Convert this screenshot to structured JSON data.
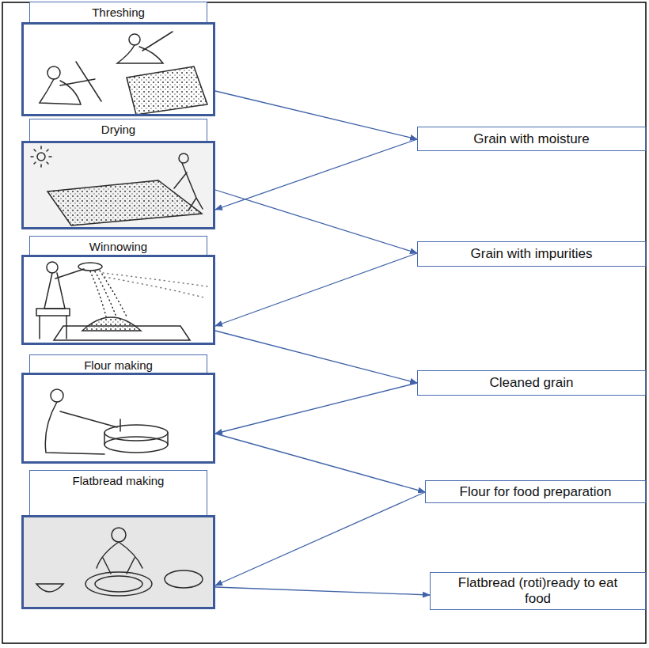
{
  "diagram": {
    "nodes": [
      {
        "text": [
          "Threshing"
        ]
      },
      {
        "text": [
          "Grain with moisture"
        ]
      },
      {
        "text": [
          "Drying"
        ]
      },
      {
        "text": [
          "Grain with impurities"
        ]
      },
      {
        "text": [
          "Winnowing"
        ]
      },
      {
        "text": [
          "Cleaned grain"
        ]
      },
      {
        "text": [
          "Flour making"
        ]
      },
      {
        "text": [
          "Flour for food preparation"
        ]
      },
      {
        "text": [
          "Flatbread making"
        ]
      },
      {
        "text": [
          "Flatbread (roti)ready to eat food"
        ]
      }
    ],
    "edges": [
      {
        "from": 0,
        "to": 1,
        "arrow": "to"
      },
      {
        "from": 1,
        "to": 2,
        "arrow": "to"
      },
      {
        "from": 2,
        "to": 3,
        "arrow": "to"
      },
      {
        "from": 3,
        "to": 4,
        "arrow": "to"
      },
      {
        "from": 4,
        "to": 5,
        "arrow": "to"
      },
      {
        "from": 5,
        "to": 6,
        "arrow": "to"
      },
      {
        "from": 6,
        "to": 7,
        "arrow": "to"
      },
      {
        "from": 7,
        "to": 8,
        "arrow": "to"
      },
      {
        "from": 8,
        "to": 9,
        "arrow": "to"
      }
    ]
  }
}
